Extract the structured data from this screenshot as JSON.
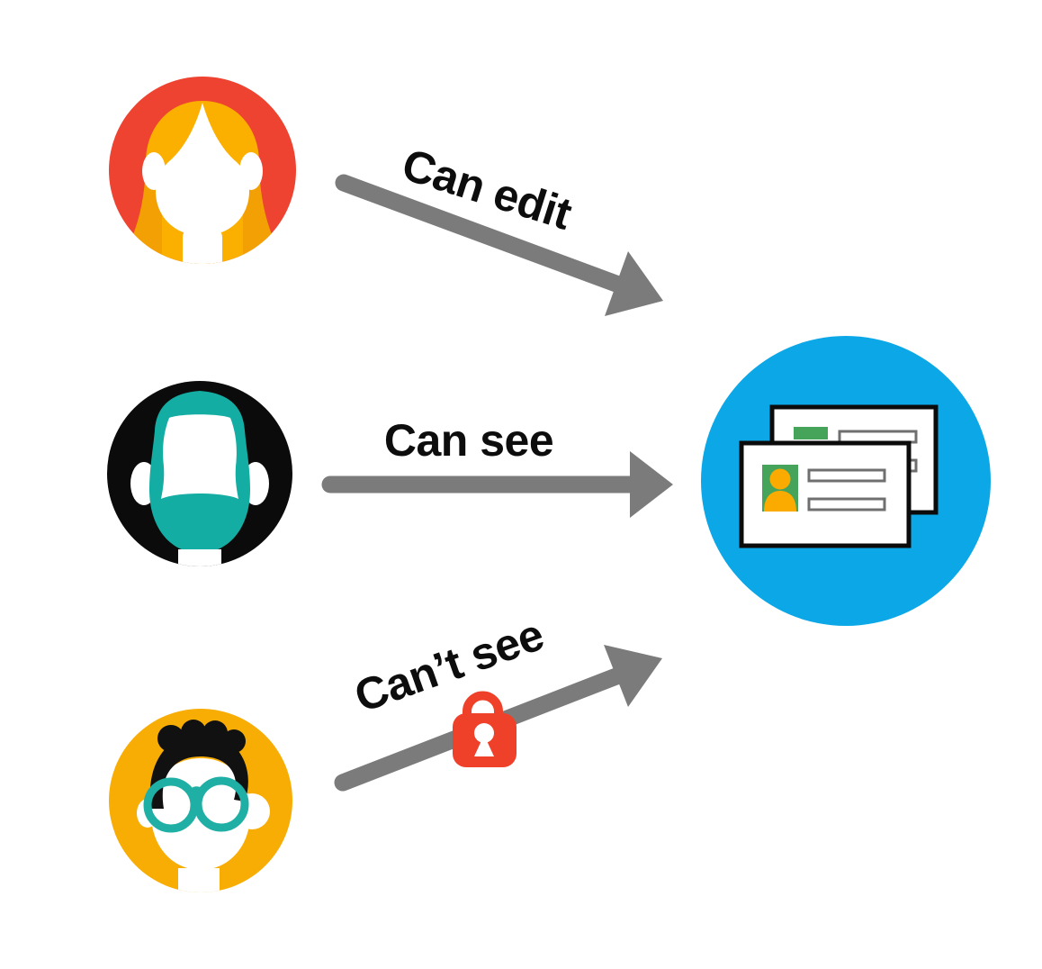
{
  "diagram": {
    "description": "Three people connected by arrows to a set of contact cards, showing sharing permissions",
    "labels": {
      "can_edit": "Can edit",
      "can_see": "Can see",
      "cant_see": "Can’t see"
    },
    "actors": [
      {
        "icon": "woman-avatar-icon",
        "arrow_label": "Can edit",
        "locked": false
      },
      {
        "icon": "bearded-man-avatar-icon",
        "arrow_label": "Can see",
        "locked": false
      },
      {
        "icon": "glasses-man-avatar-icon",
        "arrow_label": "Can’t see",
        "locked": true
      }
    ],
    "target": {
      "icon": "contact-cards-icon"
    },
    "lock": {
      "icon": "lock-icon"
    },
    "colors": {
      "canvas-bg": "#ffffff",
      "white": "#ffffff",
      "label-black": "#0d0d0d",
      "arrow-gray": "#7b7b7b",
      "avatar1-bg": "#ee4330",
      "avatar1-hair": "#fbb000",
      "avatar1-hair-shade": "#f3a004",
      "avatar2-bg": "#0b0b0b",
      "avatar2-beard": "#14ada3",
      "avatar3-bg": "#f8ad05",
      "avatar3-hair": "#111111",
      "avatar3-glasses": "#1fafa5",
      "target-blue": "#0ca7e6",
      "card-white": "#ffffff",
      "card-border": "#0b0b0b",
      "card-green": "#46a35a",
      "card-person": "#fbab00",
      "card-line": "#6f6f6f",
      "lock-red": "#ef4129"
    }
  }
}
